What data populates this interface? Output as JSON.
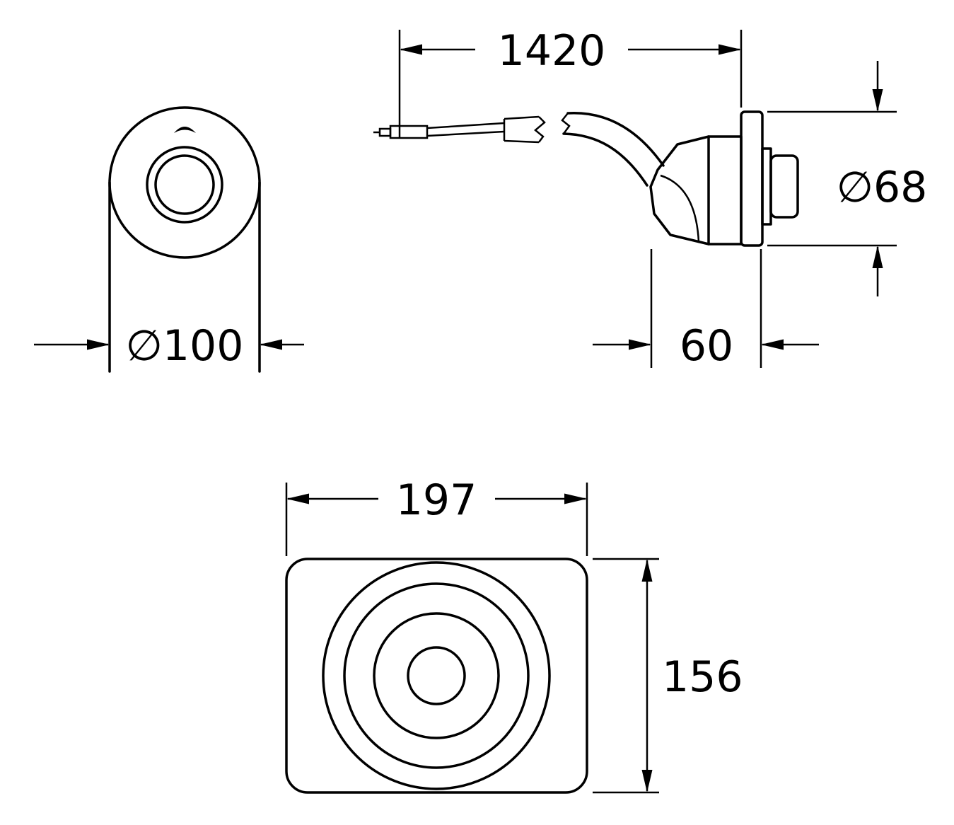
{
  "drawing": {
    "background_color": "#ffffff",
    "line_color": "#000000",
    "front_view": {
      "diameter_label": "∅100"
    },
    "side_view": {
      "cable_length_label": "1420",
      "flange_diameter_label": "∅68",
      "depth_label": "60"
    },
    "plate_view": {
      "width_label": "197",
      "height_label": "156"
    }
  }
}
